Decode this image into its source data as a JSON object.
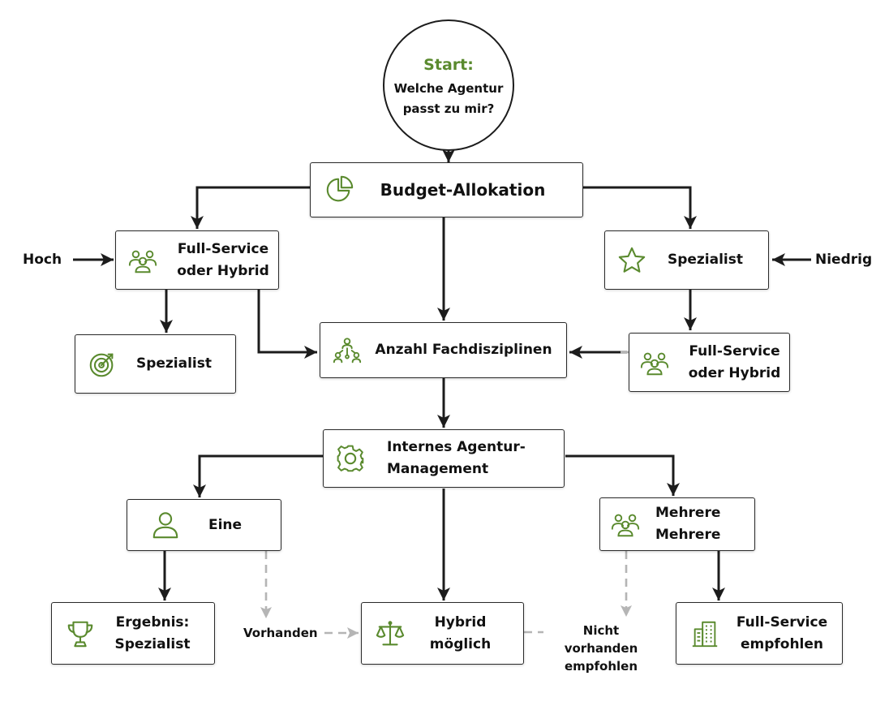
{
  "start": {
    "title": "Start:",
    "question": "Welche Agentur passt zu mir?"
  },
  "nodes": {
    "budget": {
      "label": "Budget-Allokation",
      "icon": "pie-chart-icon"
    },
    "full_service_left": {
      "label": "Full-Service oder Hybrid",
      "icon": "team-icon"
    },
    "spezialist_top_right": {
      "label": "Spezialist",
      "icon": "star-icon"
    },
    "spezialist_left": {
      "label": "Spezialist",
      "icon": "target-icon"
    },
    "fachdisziplinen": {
      "label": "Anzahl Fachdisziplinen",
      "icon": "network-icon"
    },
    "full_service_right": {
      "label": "Full-Service oder Hybrid",
      "icon": "team-icon"
    },
    "internes": {
      "label": "Internes Agentur-Management",
      "icon": "gear-icon"
    },
    "eine": {
      "label": "Eine",
      "icon": "user-icon"
    },
    "mehrere": {
      "label": "Mehrere Mehrere",
      "icon": "team-icon"
    },
    "ergebnis": {
      "label": "Ergebnis: Spezialist",
      "icon": "trophy-icon"
    },
    "hybrid": {
      "label": "Hybrid möglich",
      "icon": "scales-icon"
    },
    "full_service_empfohlen": {
      "label": "Full-Service empfohlen",
      "icon": "building-icon"
    }
  },
  "edge_labels": {
    "hoch": "Hoch",
    "niedrig": "Niedrig",
    "vorhanden": "Vorhanden",
    "nicht_vorhanden": "Nicht vorhanden empfohlen"
  },
  "colors": {
    "accent": "#5a8a2e",
    "line": "#1c1c1c",
    "dashed": "#b5b5b5"
  }
}
